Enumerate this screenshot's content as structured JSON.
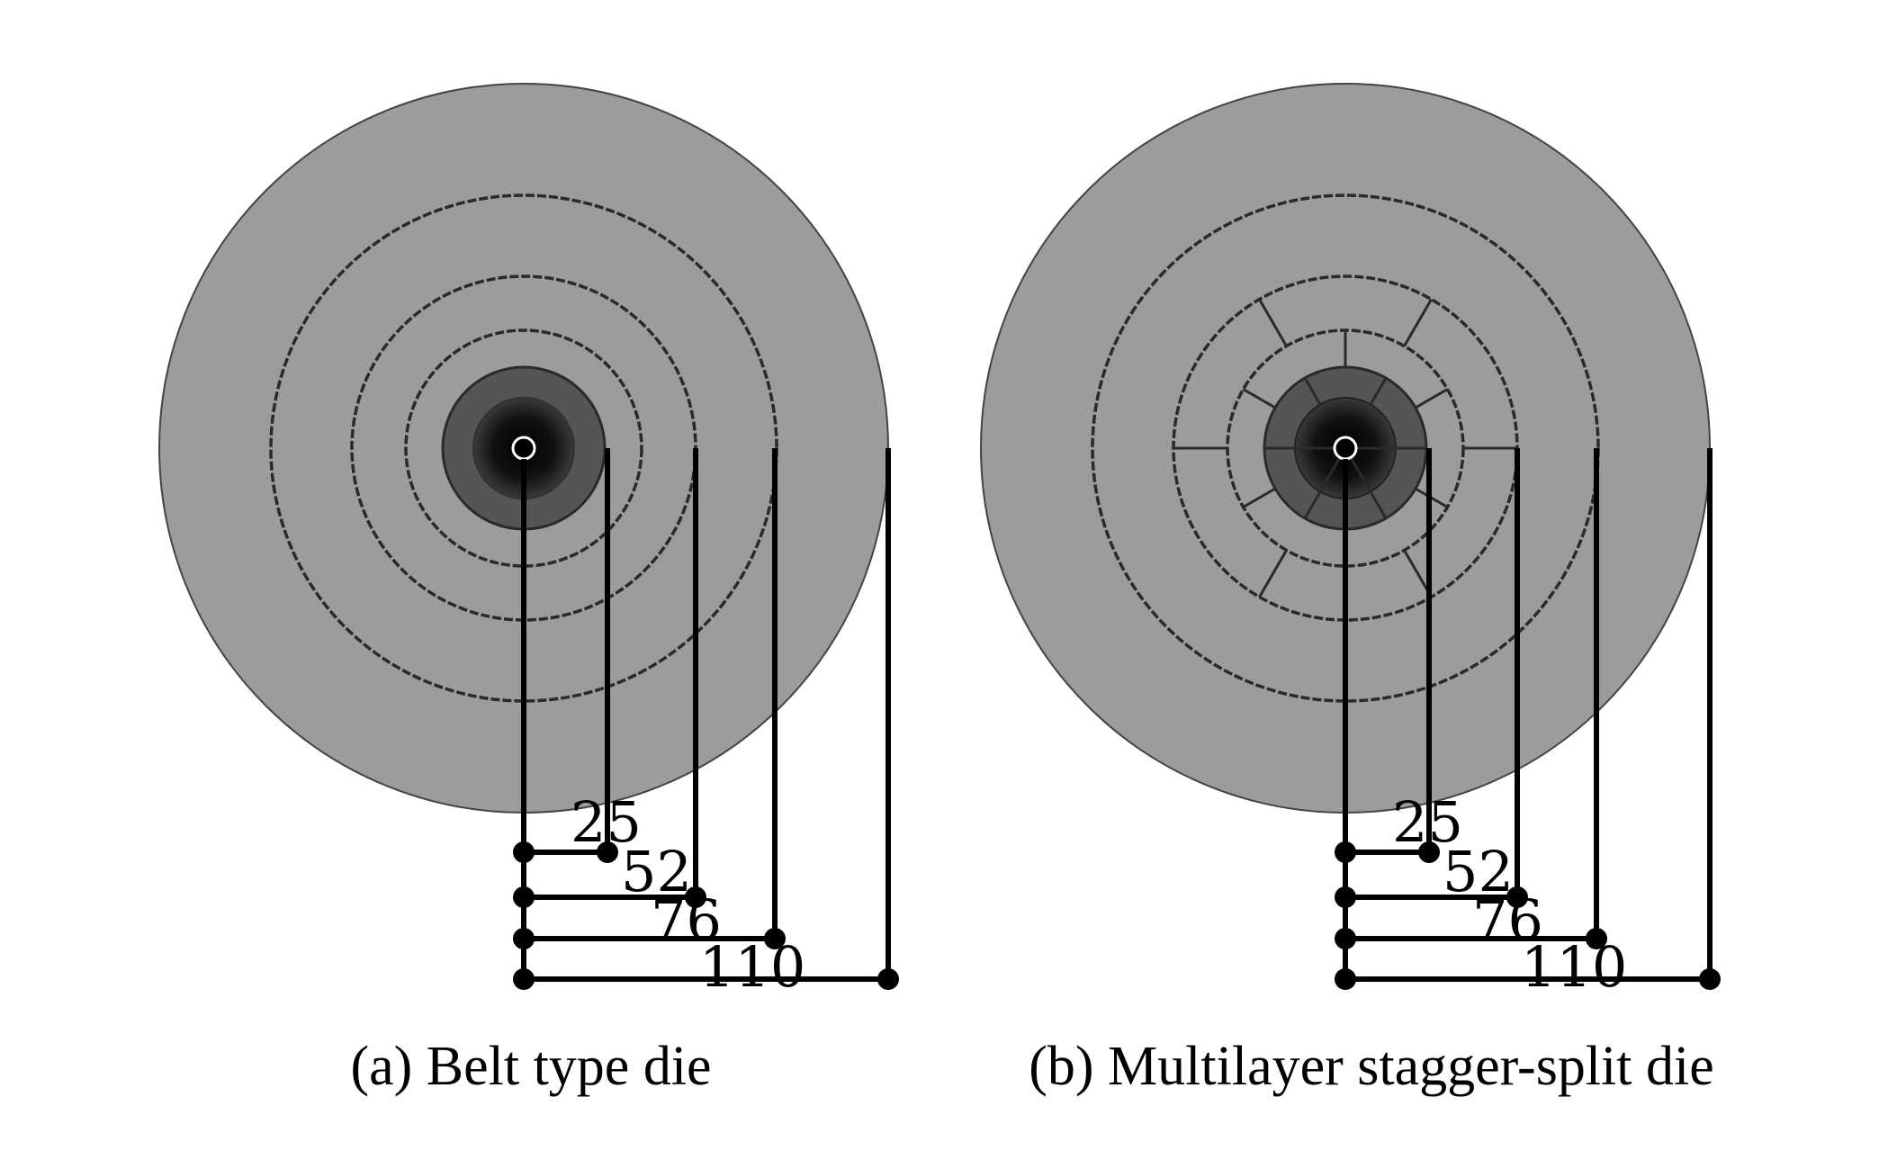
{
  "panels": [
    {
      "id": "a",
      "caption": "(a) Belt type die",
      "type": "belt",
      "dimensions": [
        "25",
        "52",
        "76",
        "110"
      ]
    },
    {
      "id": "b",
      "caption": "(b) Multilayer stagger-split die",
      "type": "multilayer",
      "dimensions": [
        "25",
        "52",
        "76",
        "110"
      ]
    }
  ],
  "colors": {
    "die_fill": "#9c9c9c",
    "inner_ring": "#555555",
    "line": "#000000",
    "ring_line": "#2a2a2a"
  }
}
